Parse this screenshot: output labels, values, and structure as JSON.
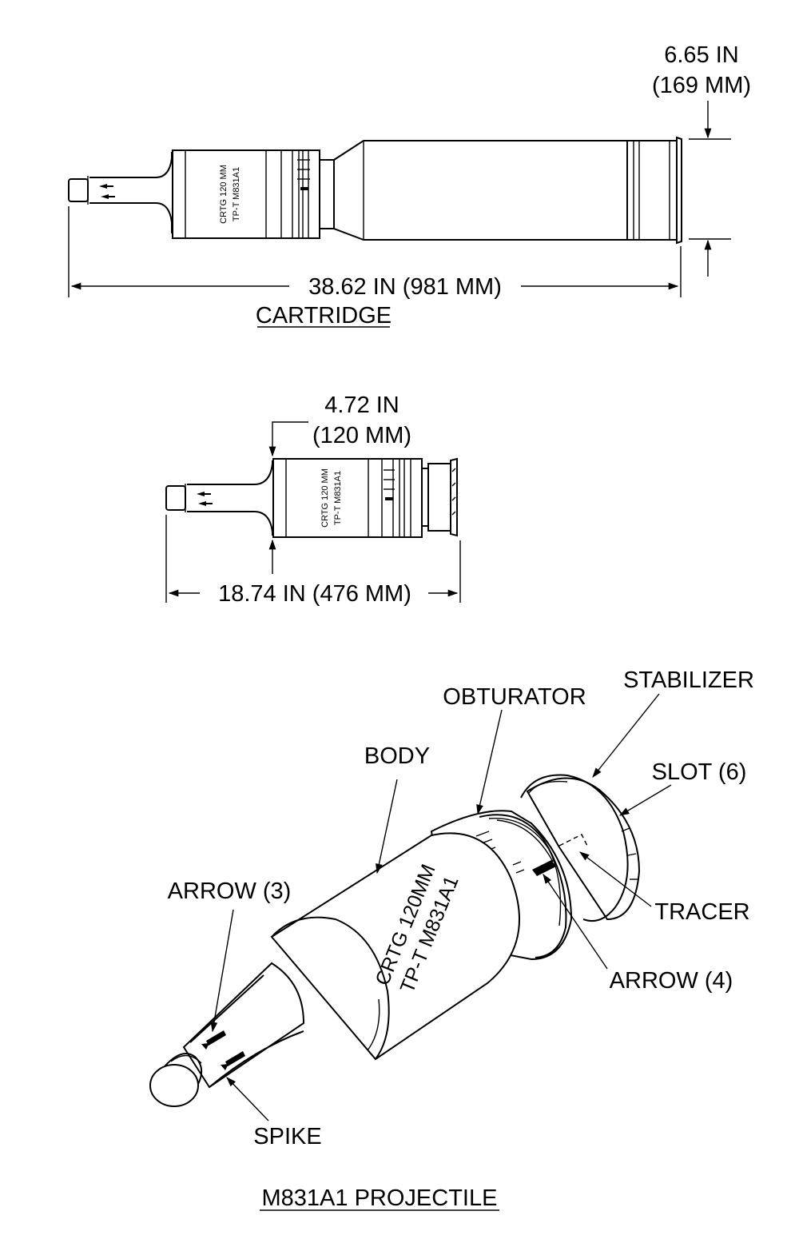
{
  "cartridge": {
    "title": "CARTRIDGE",
    "length_dim": "38.62 IN (981 MM)",
    "diameter_dim_in": "6.65 IN",
    "diameter_dim_mm": "(169 MM)",
    "marking_line1": "CRTG 120 MM",
    "marking_line2": "TP-T M831A1"
  },
  "projectile_side": {
    "length_dim": "18.74 IN (476 MM)",
    "diameter_dim_in": "4.72 IN",
    "diameter_dim_mm": "(120 MM)",
    "marking_line1": "CRTG 120 MM",
    "marking_line2": "TP-T M831A1"
  },
  "projectile_iso": {
    "title": "M831A1 PROJECTILE",
    "marking_line1": "CRTG 120MM",
    "marking_line2": "TP-T M831A1",
    "callouts": {
      "stabilizer": "STABILIZER",
      "obturator": "OBTURATOR",
      "body": "BODY",
      "slot": "SLOT (6)",
      "arrow3": "ARROW (3)",
      "tracer": "TRACER",
      "arrow4": "ARROW (4)",
      "spike": "SPIKE"
    }
  }
}
